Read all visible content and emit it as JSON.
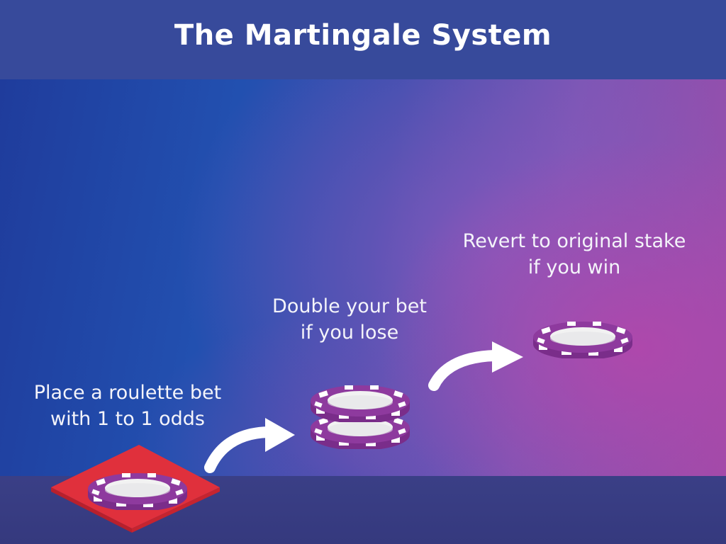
{
  "header": {
    "title": "The Martingale System"
  },
  "steps": [
    {
      "line1": "Place a roulette bet",
      "line2": "with 1 to 1 odds",
      "chip_count": 1
    },
    {
      "line1": "Double your bet",
      "line2": "if you lose",
      "chip_count": 2
    },
    {
      "line1": "Revert to original stake",
      "line2": "if you win",
      "chip_count": 1
    }
  ],
  "colors": {
    "header_bg": "#374a9b",
    "chip": "#8e3a9e",
    "chip_face": "#f2f2f2",
    "bet_square": "#e0303c",
    "arrow": "#ffffff"
  },
  "icons": [
    "casino-chip-icon",
    "curved-arrow-icon",
    "bet-square-icon"
  ]
}
